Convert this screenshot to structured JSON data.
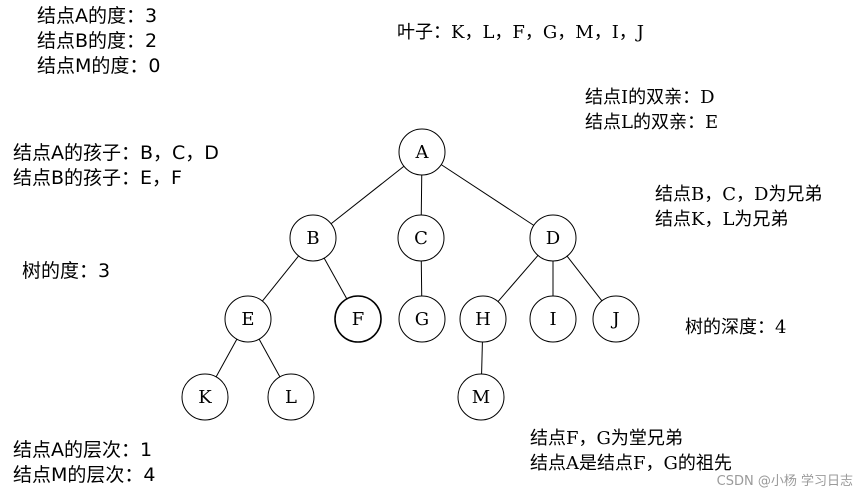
{
  "notes": {
    "degree": [
      "结点A的度：3",
      "结点B的度：2",
      "结点M的度：0"
    ],
    "leaves": "叶子：K，L，F，G，M，I，J",
    "parents": [
      "结点I的双亲：D",
      "结点L的双亲：E"
    ],
    "children": [
      "结点A的孩子：B，C，D",
      "结点B的孩子：E，F"
    ],
    "siblings": [
      "结点B，C，D为兄弟",
      "结点K，L为兄弟"
    ],
    "tree_degree": "树的度：3",
    "tree_depth": "树的深度：4",
    "level": [
      "结点A的层次：1",
      "结点M的层次：4"
    ],
    "cousins": [
      "结点F，G为堂兄弟",
      "结点A是结点F，G的祖先"
    ]
  },
  "tree": {
    "nodes": [
      "A",
      "B",
      "C",
      "D",
      "E",
      "F",
      "G",
      "H",
      "I",
      "J",
      "K",
      "L",
      "M"
    ],
    "edges": [
      [
        "A",
        "B"
      ],
      [
        "A",
        "C"
      ],
      [
        "A",
        "D"
      ],
      [
        "B",
        "E"
      ],
      [
        "B",
        "F"
      ],
      [
        "C",
        "G"
      ],
      [
        "D",
        "H"
      ],
      [
        "D",
        "I"
      ],
      [
        "D",
        "J"
      ],
      [
        "E",
        "K"
      ],
      [
        "E",
        "L"
      ],
      [
        "H",
        "M"
      ]
    ]
  },
  "watermark": "CSDN @小杨 学习日志"
}
